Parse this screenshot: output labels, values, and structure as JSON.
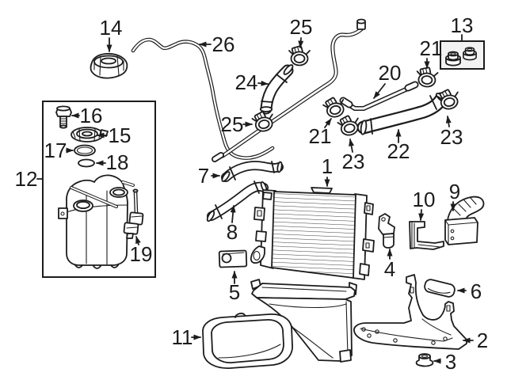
{
  "diagram": {
    "colors": {
      "background": "#ffffff",
      "line": "#1c1c1c",
      "panel_fill": "#f2f2f2"
    },
    "callouts": [
      {
        "id": "14",
        "label": "14"
      },
      {
        "id": "26",
        "label": "26"
      },
      {
        "id": "25-top",
        "label": "25"
      },
      {
        "id": "24",
        "label": "24"
      },
      {
        "id": "25-bottom",
        "label": "25"
      },
      {
        "id": "13",
        "label": "13"
      },
      {
        "id": "21-upper",
        "label": "21"
      },
      {
        "id": "20",
        "label": "20"
      },
      {
        "id": "21-lower",
        "label": "21"
      },
      {
        "id": "23-left",
        "label": "23"
      },
      {
        "id": "22",
        "label": "22"
      },
      {
        "id": "23-right",
        "label": "23"
      },
      {
        "id": "12",
        "label": "12"
      },
      {
        "id": "16",
        "label": "16"
      },
      {
        "id": "15",
        "label": "15"
      },
      {
        "id": "17",
        "label": "17"
      },
      {
        "id": "18",
        "label": "18"
      },
      {
        "id": "19",
        "label": "19"
      },
      {
        "id": "7",
        "label": "7"
      },
      {
        "id": "8",
        "label": "8"
      },
      {
        "id": "1",
        "label": "1"
      },
      {
        "id": "5",
        "label": "5"
      },
      {
        "id": "4",
        "label": "4"
      },
      {
        "id": "10",
        "label": "10"
      },
      {
        "id": "9",
        "label": "9"
      },
      {
        "id": "11",
        "label": "11"
      },
      {
        "id": "6",
        "label": "6"
      },
      {
        "id": "2",
        "label": "2"
      },
      {
        "id": "3",
        "label": "3"
      }
    ]
  }
}
